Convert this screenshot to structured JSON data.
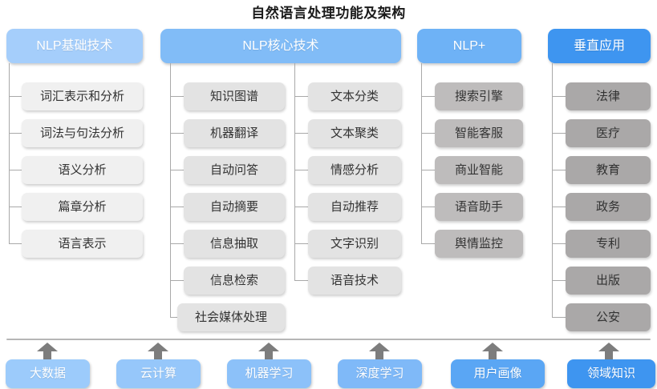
{
  "title": "自然语言处理功能及架构",
  "colors": {
    "header_c1": "#a5cefb",
    "header_c2": "#81bcf7",
    "header_c3": "#6eb2f6",
    "header_c4": "#3e95f0",
    "item_c1": "#f0f0f0",
    "item_c2": "#e3e3e3",
    "item_c3": "#bebcbc",
    "item_c4": "#aaa8a8",
    "line": "#a9a9a9",
    "arrow": "#7d7d7d"
  },
  "columns": [
    {
      "header": "NLP基础技术",
      "groups": [
        {
          "items": [
            "词汇表示和分析",
            "词法与句法分析",
            "语义分析",
            "篇章分析",
            "语言表示"
          ]
        }
      ]
    },
    {
      "header": "NLP核心技术",
      "groups": [
        {
          "items": [
            "知识图谱",
            "机器翻译",
            "自动问答",
            "自动摘要",
            "信息抽取",
            "信息检索",
            "社会媒体处理"
          ]
        },
        {
          "items": [
            "文本分类",
            "文本聚类",
            "情感分析",
            "自动推荐",
            "文字识别",
            "语音技术"
          ]
        }
      ]
    },
    {
      "header": "NLP+",
      "groups": [
        {
          "items": [
            "搜索引擎",
            "智能客服",
            "商业智能",
            "语音助手",
            "舆情监控"
          ]
        }
      ]
    },
    {
      "header": "垂直应用",
      "groups": [
        {
          "items": [
            "法律",
            "医疗",
            "教育",
            "政务",
            "专利",
            "出版",
            "公安"
          ]
        }
      ]
    }
  ],
  "foundation": {
    "items": [
      {
        "label": "大数据",
        "color": "#9ccbfb"
      },
      {
        "label": "云计算",
        "color": "#96c7fa"
      },
      {
        "label": "机器学习",
        "color": "#8cc1f9"
      },
      {
        "label": "深度学习",
        "color": "#7fb9f8"
      },
      {
        "label": "用户画像",
        "color": "#5aa6f4"
      },
      {
        "label": "领域知识",
        "color": "#3e95f0"
      }
    ]
  },
  "watermark": ""
}
